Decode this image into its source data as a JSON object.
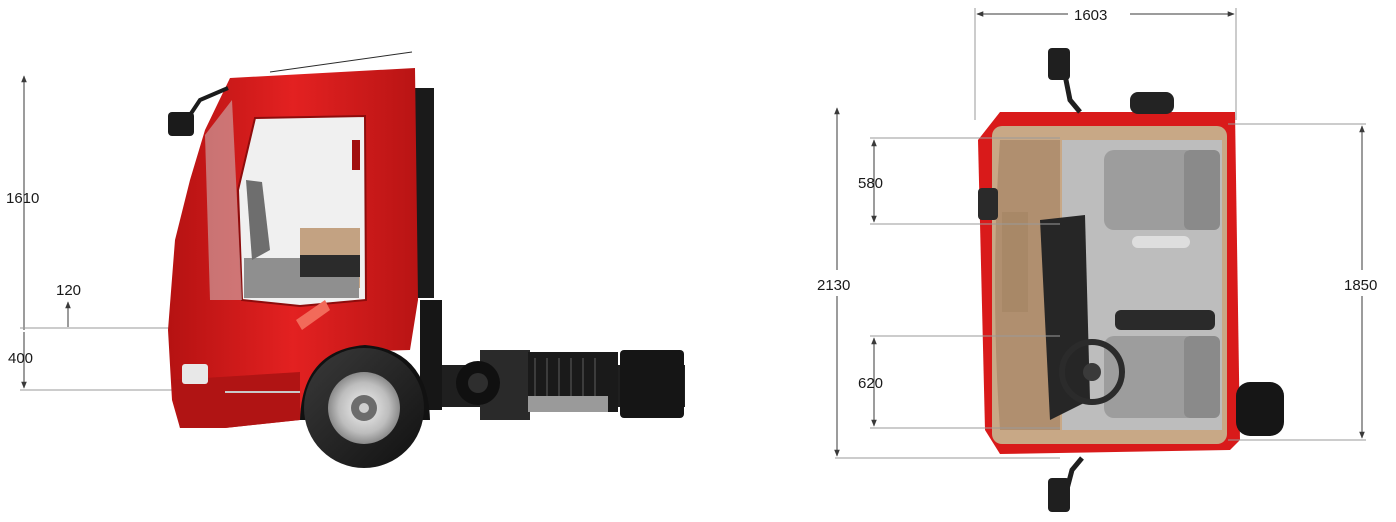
{
  "side_view": {
    "dimensions": {
      "cab_height": "1610",
      "step_height": "120",
      "ground_clearance": "400"
    }
  },
  "top_view": {
    "dimensions": {
      "cab_width": "1603",
      "seat_depth_front": "580",
      "seat_depth_rear": "620",
      "overall_length": "2130",
      "interior_length": "1850"
    }
  },
  "colors": {
    "cab_red": "#d91a1a",
    "cab_red_dark": "#a80f10",
    "chassis_black": "#1d1d1d",
    "interior_grey": "#bdbdbd",
    "interior_tan": "#c8a886"
  }
}
